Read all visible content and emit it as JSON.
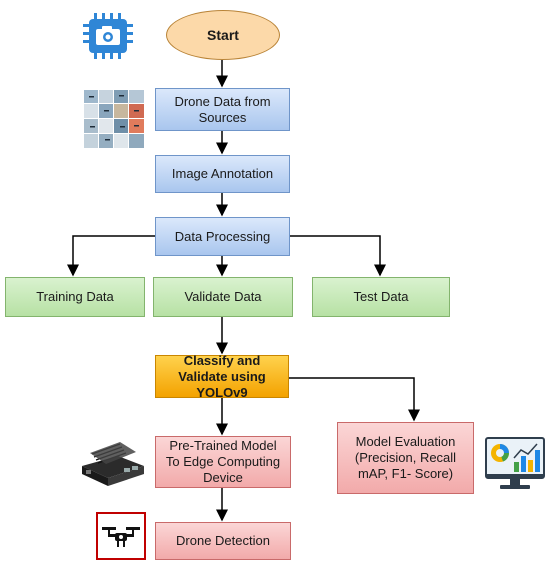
{
  "flowchart": {
    "start": "Start",
    "drone_data": "Drone Data from Sources",
    "image_annotation": "Image Annotation",
    "data_processing": "Data Processing",
    "training_data": "Training Data",
    "validate_data": "Validate Data",
    "test_data": "Test Data",
    "classify_validate": "Classify and Validate using YOLOv9",
    "pretrained_model": "Pre-Trained Model To Edge Computing Device",
    "model_evaluation": "Model Evaluation (Precision, Recall mAP, F1- Score)",
    "drone_detection": "Drone Detection"
  },
  "colors": {
    "process_blue": "#a9c6ee",
    "data_green": "#b7e1a4",
    "classify_orange": "#f3a200",
    "output_red": "#f2aaaa",
    "start_peach": "#fcd9a9",
    "camera_icon": "#2f86d6"
  },
  "icons": [
    "camera-chip-icon",
    "drone-image-grid-icon",
    "edge-device-icon",
    "drone-icon",
    "analytics-monitor-icon"
  ]
}
